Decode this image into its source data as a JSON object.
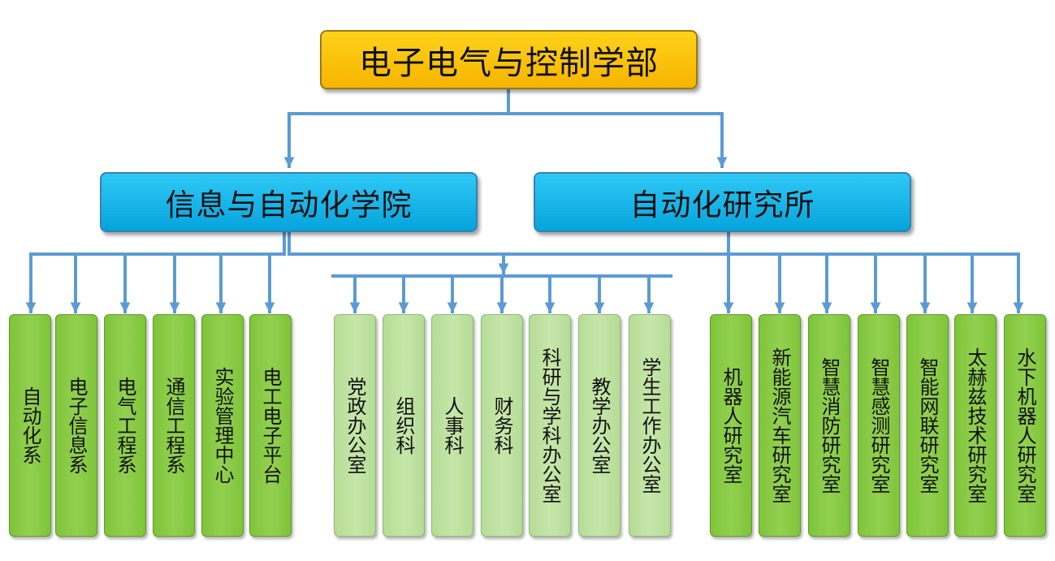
{
  "root": {
    "label": "电子电气与控制学部"
  },
  "units": [
    {
      "label": "信息与自动化学院"
    },
    {
      "label": "自动化研究所"
    }
  ],
  "college_departments": [
    {
      "label": "自动化系"
    },
    {
      "label": "电子信息系"
    },
    {
      "label": "电气工程系"
    },
    {
      "label": "通信工程系"
    },
    {
      "label": "实验管理中心"
    },
    {
      "label": "电工电子平台"
    }
  ],
  "offices": [
    {
      "label": "党政办公室"
    },
    {
      "label": "组织科"
    },
    {
      "label": "人事科"
    },
    {
      "label": "财务科"
    },
    {
      "label": "科研与学科办公室"
    },
    {
      "label": "教学办公室"
    },
    {
      "label": "学生工作办公室"
    }
  ],
  "research_labs": [
    {
      "label": "机器人研究室"
    },
    {
      "label": "新能源汽车研究室"
    },
    {
      "label": "智慧消防研究室"
    },
    {
      "label": "智慧感测研究室"
    },
    {
      "label": "智能网联研究室"
    },
    {
      "label": "太赫兹技术研究室"
    },
    {
      "label": "水下机器人研究室"
    }
  ],
  "colors": {
    "root_fill": "#f5b400",
    "unit_fill": "#06a4dc",
    "department_fill": "#92d050",
    "office_fill": "#c6e6aa",
    "connector": "#5b9bd5"
  }
}
